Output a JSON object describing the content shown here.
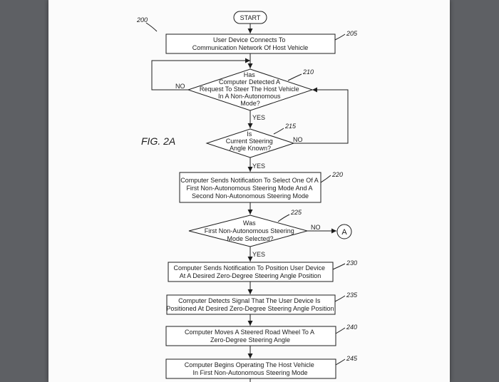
{
  "figure_label": "FIG. 2A",
  "figure_ref": "200",
  "start_label": "START",
  "connector_label": "A",
  "yes_label": "YES",
  "no_label": "NO",
  "steps": {
    "s205": {
      "ref": "205",
      "lines": [
        "User Device Connects To",
        "Communication Network Of Host Vehicle"
      ]
    },
    "s210": {
      "ref": "210",
      "lines": [
        "Has",
        "Computer Detected A",
        "Request To Steer The Host Vehicle",
        "In A Non-Autonomous",
        "Mode?"
      ]
    },
    "s215": {
      "ref": "215",
      "lines": [
        "Is",
        "Current Steering",
        "Angle Known?"
      ]
    },
    "s220": {
      "ref": "220",
      "lines": [
        "Computer Sends Notification To Select One Of A",
        "First Non-Autonomous Steering Mode And A",
        "Second Non-Autonomous Steering Mode"
      ]
    },
    "s225": {
      "ref": "225",
      "lines": [
        "Was",
        "First Non-Autonomous Steering",
        "Mode Selected?"
      ]
    },
    "s230": {
      "ref": "230",
      "lines": [
        "Computer Sends Notification To Position User Device",
        "At A Desired Zero-Degree Steering Angle Position"
      ]
    },
    "s235": {
      "ref": "235",
      "lines": [
        "Computer Detects Signal That The User Device Is",
        "Positioned At Desired Zero-Degree Steering Angle Position"
      ]
    },
    "s240": {
      "ref": "240",
      "lines": [
        "Computer Moves A Steered Road Wheel To A",
        "Zero-Degree Steering Angle"
      ]
    },
    "s245": {
      "ref": "245",
      "lines": [
        "Computer Begins Operating The Host Vehicle",
        "In First Non-Autonomous Steering Mode"
      ]
    }
  }
}
